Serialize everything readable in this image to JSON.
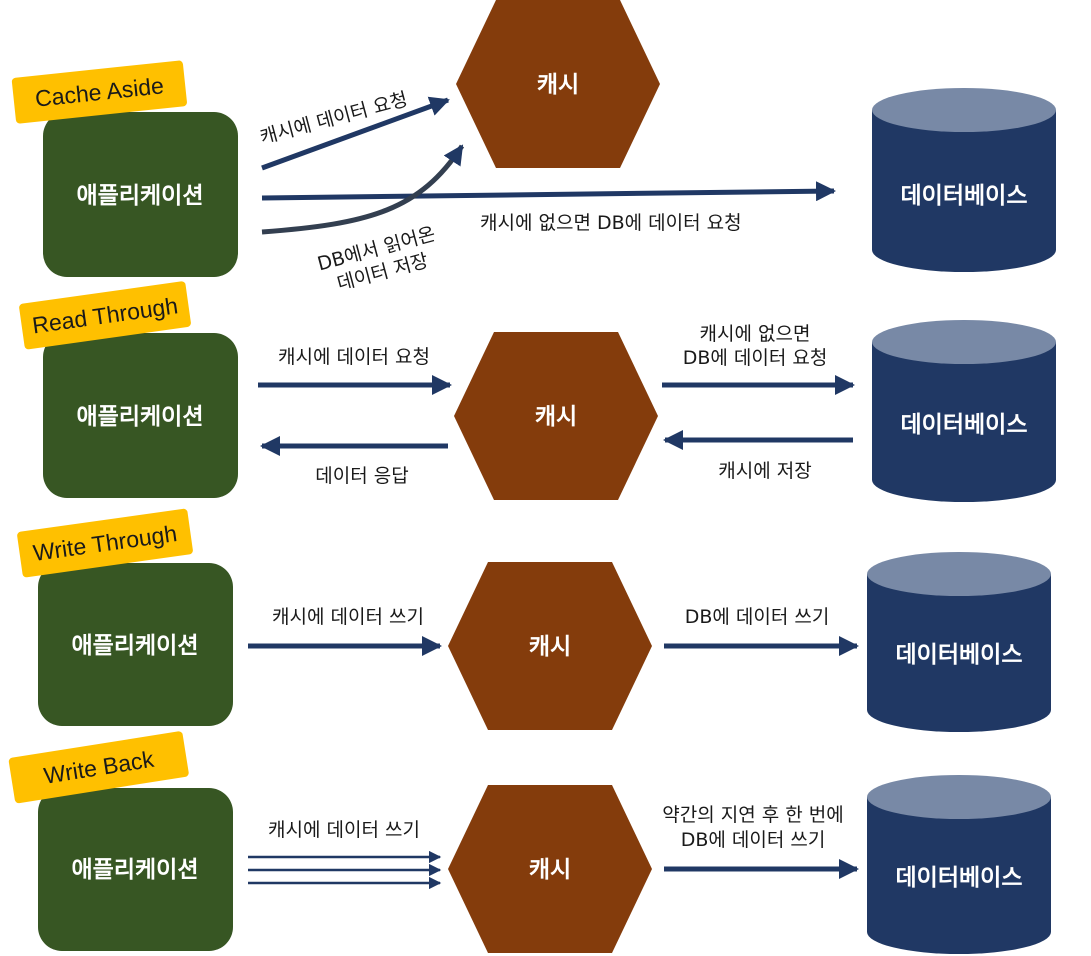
{
  "sections": [
    {
      "tag": "Cache Aside",
      "app": "애플리케이션",
      "cache": "캐시",
      "db": "데이터베이스",
      "labels": {
        "request": "캐시에 데이터 요청",
        "miss": "캐시에 없으면 DB에 데이터 요청",
        "store_1": "DB에서 읽어온",
        "store_2": "데이터 저장"
      }
    },
    {
      "tag": "Read Through",
      "app": "애플리케이션",
      "cache": "캐시",
      "db": "데이터베이스",
      "labels": {
        "request": "캐시에 데이터 요청",
        "miss_1": "캐시에 없으면",
        "miss_2": "DB에 데이터 요청",
        "response": "데이터 응답",
        "store": "캐시에 저장"
      }
    },
    {
      "tag": "Write Through",
      "app": "애플리케이션",
      "cache": "캐시",
      "db": "데이터베이스",
      "labels": {
        "write": "캐시에 데이터 쓰기",
        "db_write": "DB에 데이터 쓰기"
      }
    },
    {
      "tag": "Write Back",
      "app": "애플리케이션",
      "cache": "캐시",
      "db": "데이터베이스",
      "labels": {
        "write": "캐시에 데이터 쓰기",
        "delay_1": "약간의 지연 후 한 번에",
        "delay_2": "DB에 데이터 쓰기"
      }
    }
  ],
  "colors": {
    "app": "#375623",
    "cache": "#843C0C",
    "db_body": "#203864",
    "db_top": "#7889A6",
    "tag": "#FFC000",
    "arrow": "#203864"
  }
}
